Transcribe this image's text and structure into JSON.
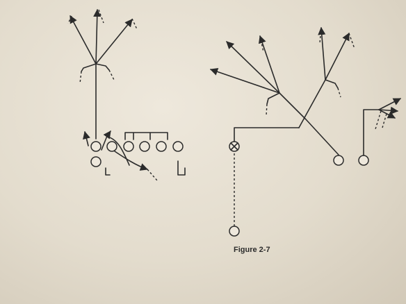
{
  "figure": {
    "caption": "Figure 2-7"
  },
  "diagram": {
    "type": "football-play-diagram",
    "symbols": [
      "open-circle-player",
      "crossed-circle-player",
      "route-line",
      "dashed-option-route",
      "arrowhead",
      "block-mark"
    ]
  },
  "colors": {
    "ink": "#2b2b2b",
    "paper": "#e6e0d2"
  }
}
